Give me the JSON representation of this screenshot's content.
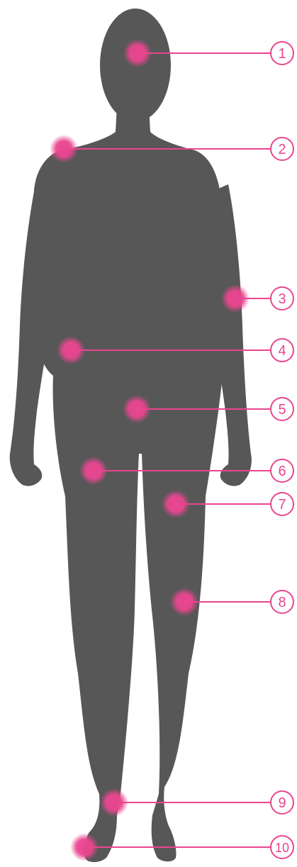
{
  "colors": {
    "silhouette": "#575757",
    "accent": "#e94690",
    "background": "#ffffff"
  },
  "silhouette": {
    "icon": "female-body-silhouette-icon"
  },
  "points": [
    {
      "label": "1"
    },
    {
      "label": "2"
    },
    {
      "label": "3"
    },
    {
      "label": "4"
    },
    {
      "label": "5"
    },
    {
      "label": "6"
    },
    {
      "label": "7"
    },
    {
      "label": "8"
    },
    {
      "label": "9"
    },
    {
      "label": "10"
    }
  ]
}
